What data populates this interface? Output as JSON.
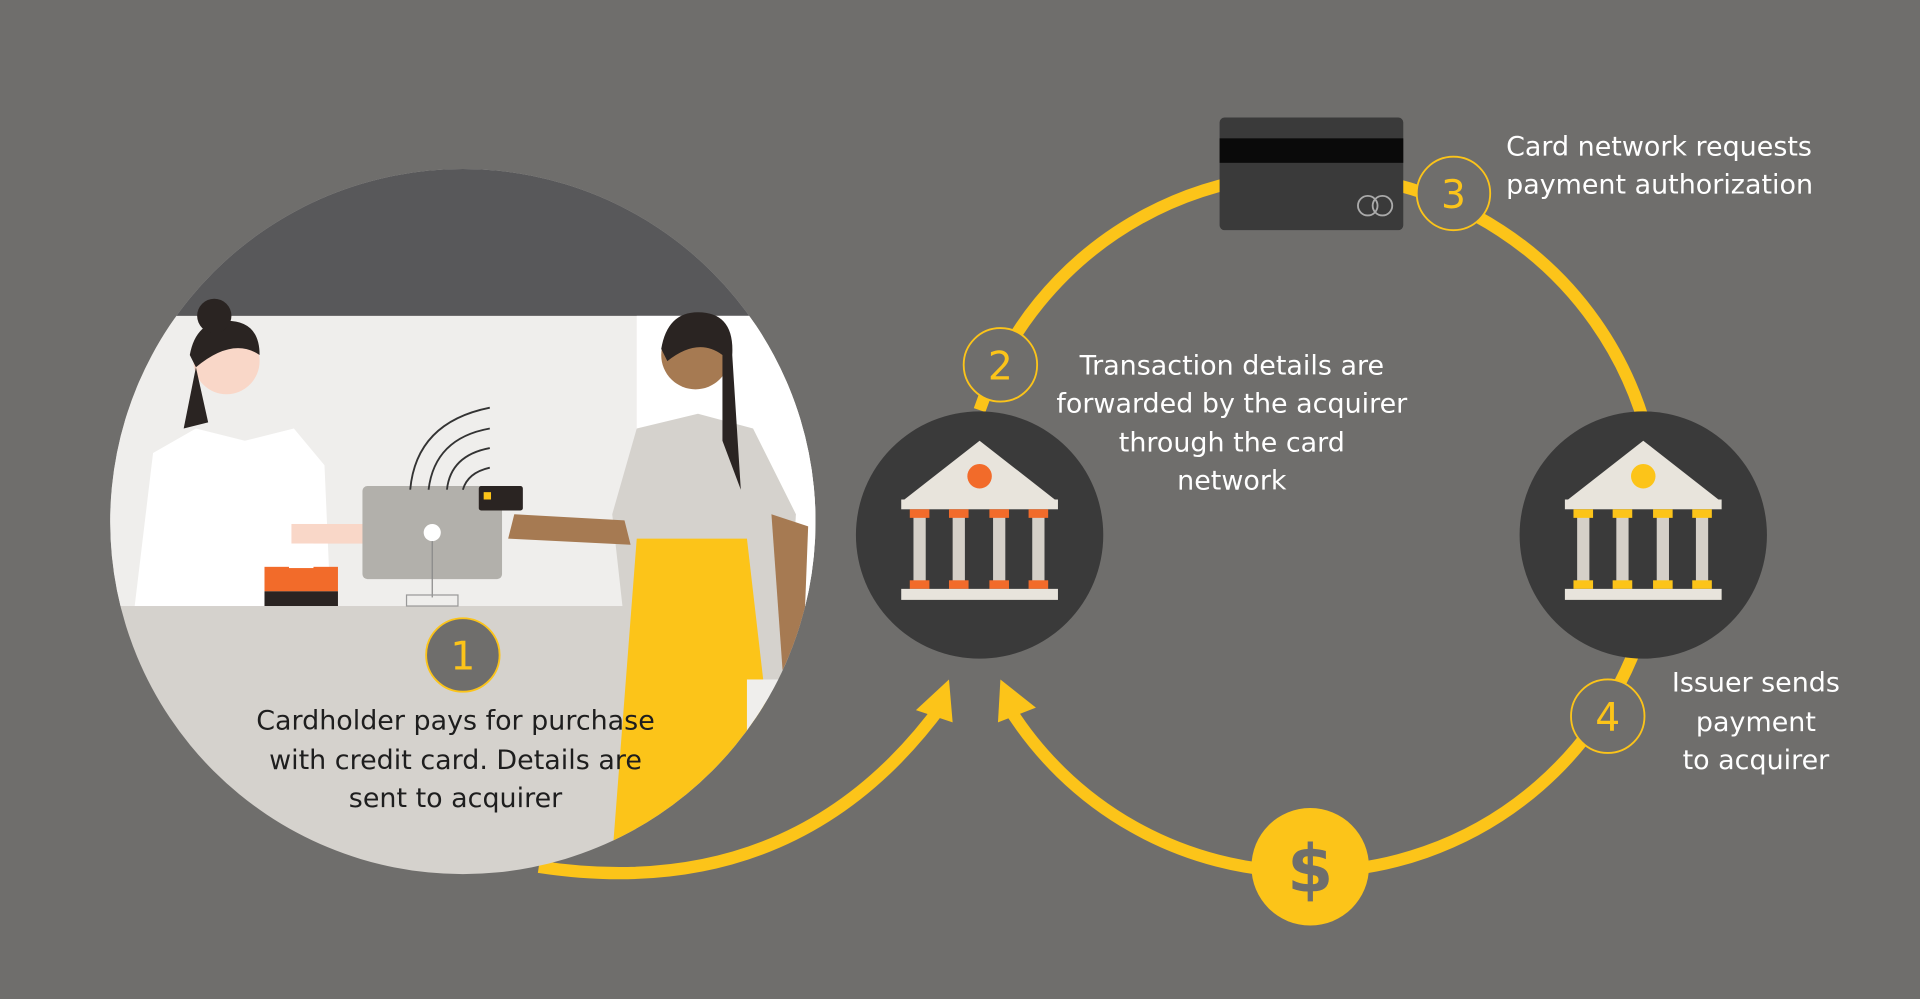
{
  "steps": [
    {
      "number": "1",
      "lines": [
        "Cardholder pays for purchase",
        "with credit card. Details are",
        "sent to acquirer"
      ]
    },
    {
      "number": "2",
      "lines": [
        "Transaction details are",
        "forwarded by the acquirer",
        "through the card",
        "network"
      ]
    },
    {
      "number": "3",
      "lines": [
        "Card network requests",
        "payment authorization"
      ]
    },
    {
      "number": "4",
      "lines": [
        "Issuer sends",
        "payment",
        "to acquirer"
      ]
    }
  ],
  "dollar_symbol": "$",
  "colors": {
    "background": "#6f6e6c",
    "accent": "#fcc419",
    "dark": "#3a3a3a",
    "orange": "#f26b2a"
  }
}
